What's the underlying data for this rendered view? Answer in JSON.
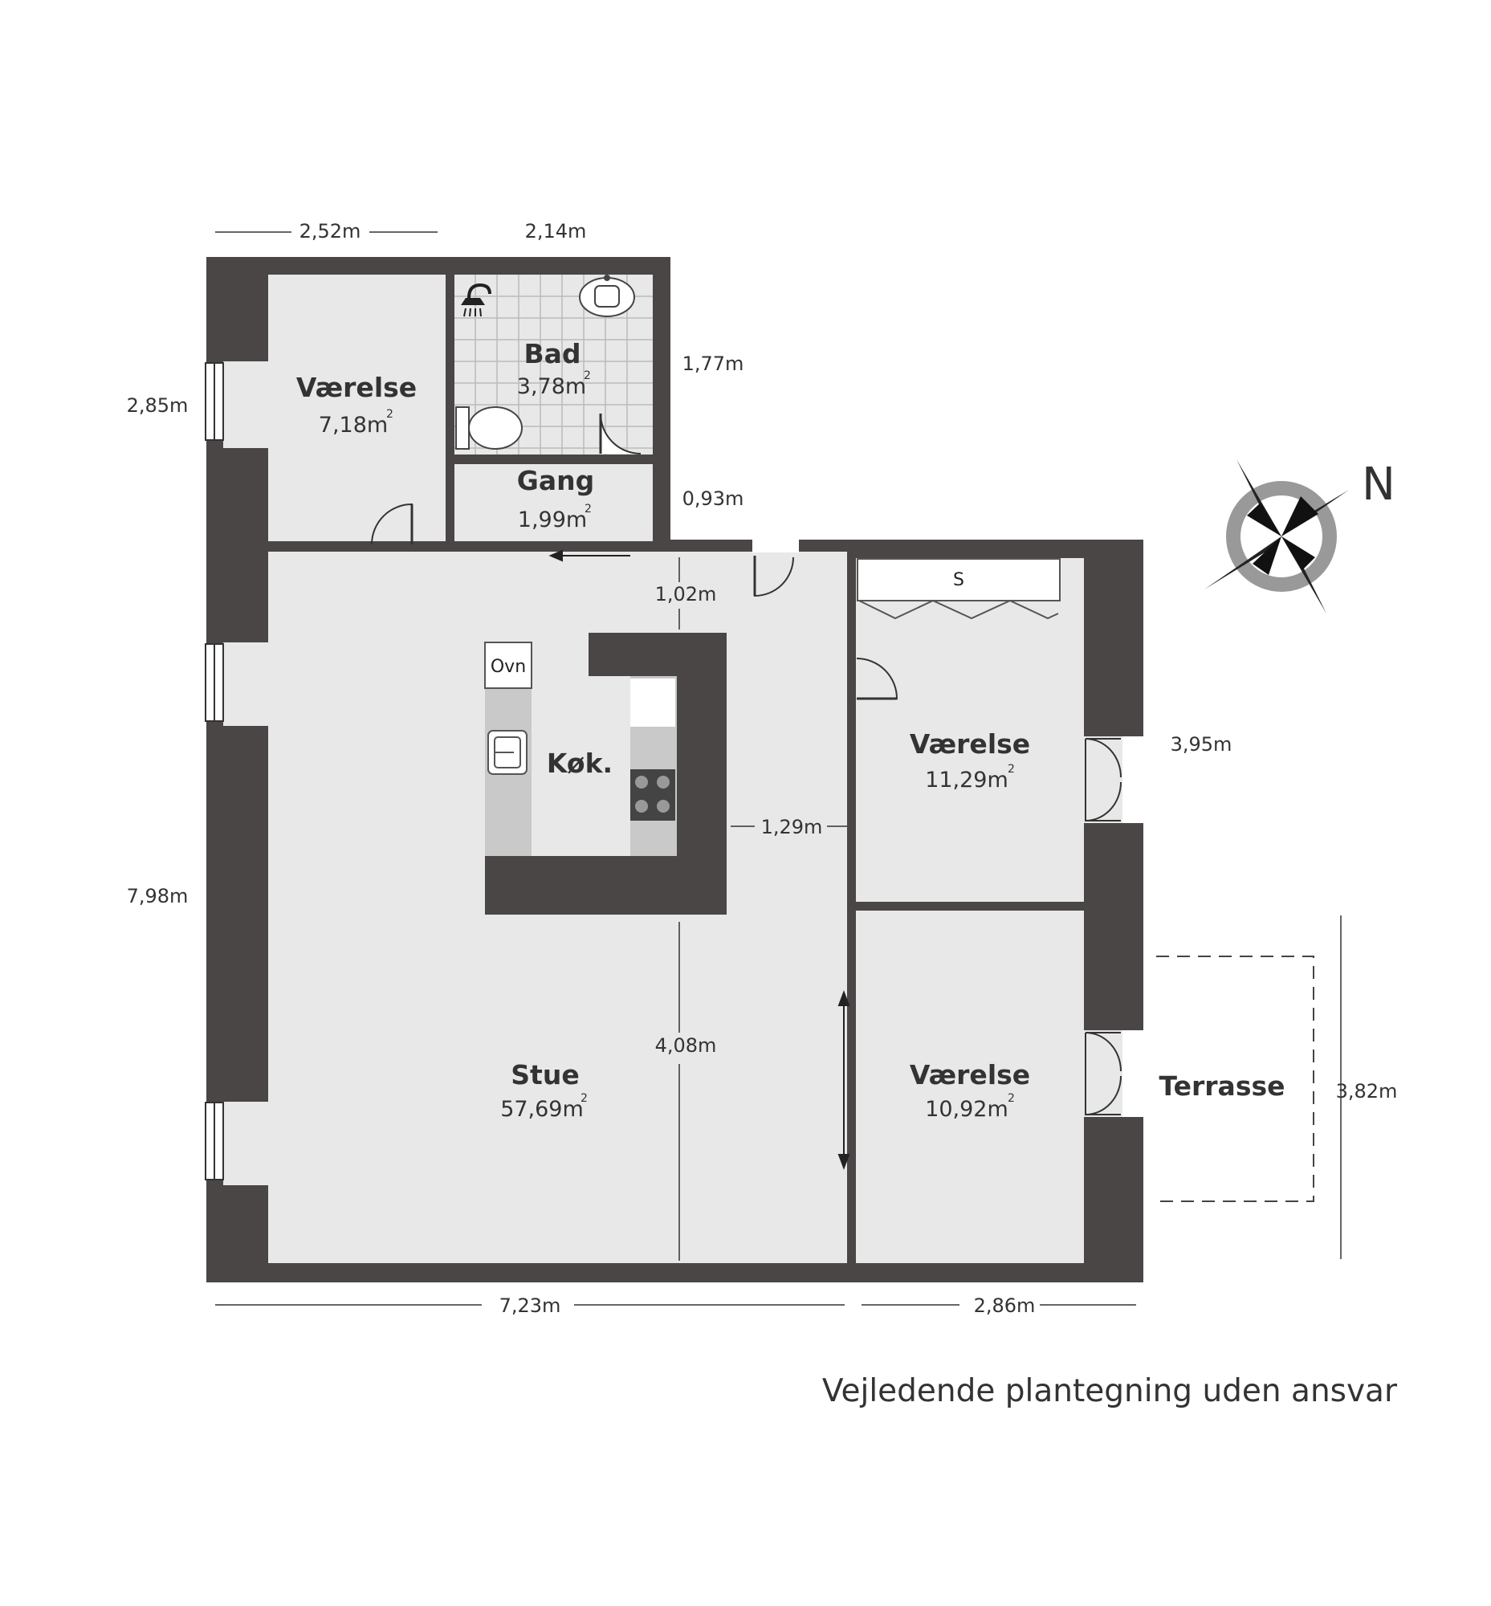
{
  "rooms": {
    "vaerelse_nw": {
      "name": "Værelse",
      "area": "7,18m",
      "sup": "2"
    },
    "bad": {
      "name": "Bad",
      "area": "3,78m",
      "sup": "2"
    },
    "gang": {
      "name": "Gang",
      "area": "1,99m",
      "sup": "2"
    },
    "kok": {
      "name": "Køk."
    },
    "stue": {
      "name": "Stue",
      "area": "57,69m",
      "sup": "2"
    },
    "vaerelse_e1": {
      "name": "Værelse",
      "area": "11,29m",
      "sup": "2"
    },
    "vaerelse_e2": {
      "name": "Værelse",
      "area": "10,92m",
      "sup": "2"
    },
    "terrasse": {
      "name": "Terrasse"
    }
  },
  "fixtures": {
    "oven": "Ovn",
    "wardrobe": "S"
  },
  "dimensions": {
    "top_left": "2,52m",
    "top_mid": "2,14m",
    "left_upper": "2,85m",
    "left_main": "7,98m",
    "bath_height": "1,77m",
    "gang_height": "0,93m",
    "corridor": "1,02m",
    "kitchen_gap": "1,29m",
    "stue_height": "4,08m",
    "east_room": "3,95m",
    "terrace": "3,82m",
    "bottom_left": "7,23m",
    "bottom_right": "2,86m"
  },
  "compass": {
    "label": "N"
  },
  "disclaimer": "Vejledende plantegning uden ansvar",
  "colors": {
    "wall": "#4a4646",
    "floor": "#e8e8e8",
    "tile_grid": "#bbbbbb",
    "counter": "#c9c9c9"
  }
}
